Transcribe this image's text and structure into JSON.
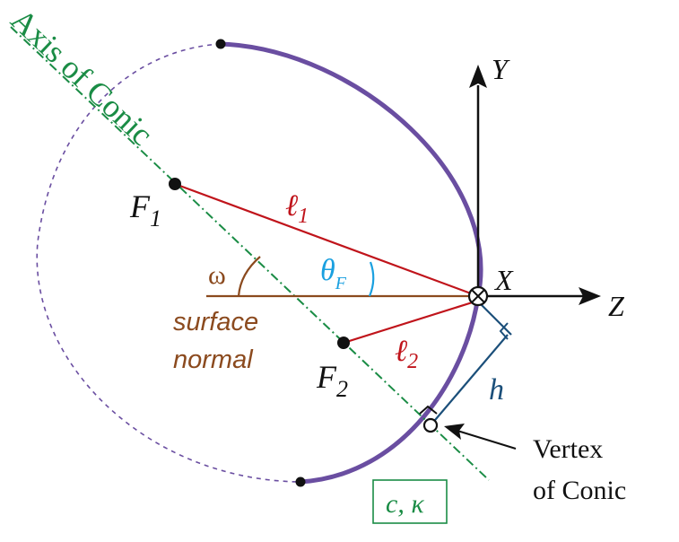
{
  "colors": {
    "conic": "#6a4ea1",
    "axis": "#1a8c45",
    "ray": "#c0141b",
    "normal": "#8b4a1e",
    "theta": "#1aa0e0",
    "h": "#1b4f7a",
    "black": "#111111"
  },
  "labels": {
    "axis_of_conic": "Axis of Conic",
    "axis_y": "Y",
    "axis_x": "X",
    "axis_z": "Z",
    "f1_main": "F",
    "f1_sub": "1",
    "f2_main": "F",
    "f2_sub": "2",
    "l1_main": "ℓ",
    "l1_sub": "1",
    "l2_main": "ℓ",
    "l2_sub": "2",
    "theta_main": "θ",
    "theta_sub": "F",
    "omega": "ω",
    "surface_normal_line1": "surface",
    "surface_normal_line2": "normal",
    "h": "h",
    "vertex_line1": "Vertex",
    "vertex_line2": "of Conic",
    "conic_params": "c, κ"
  }
}
